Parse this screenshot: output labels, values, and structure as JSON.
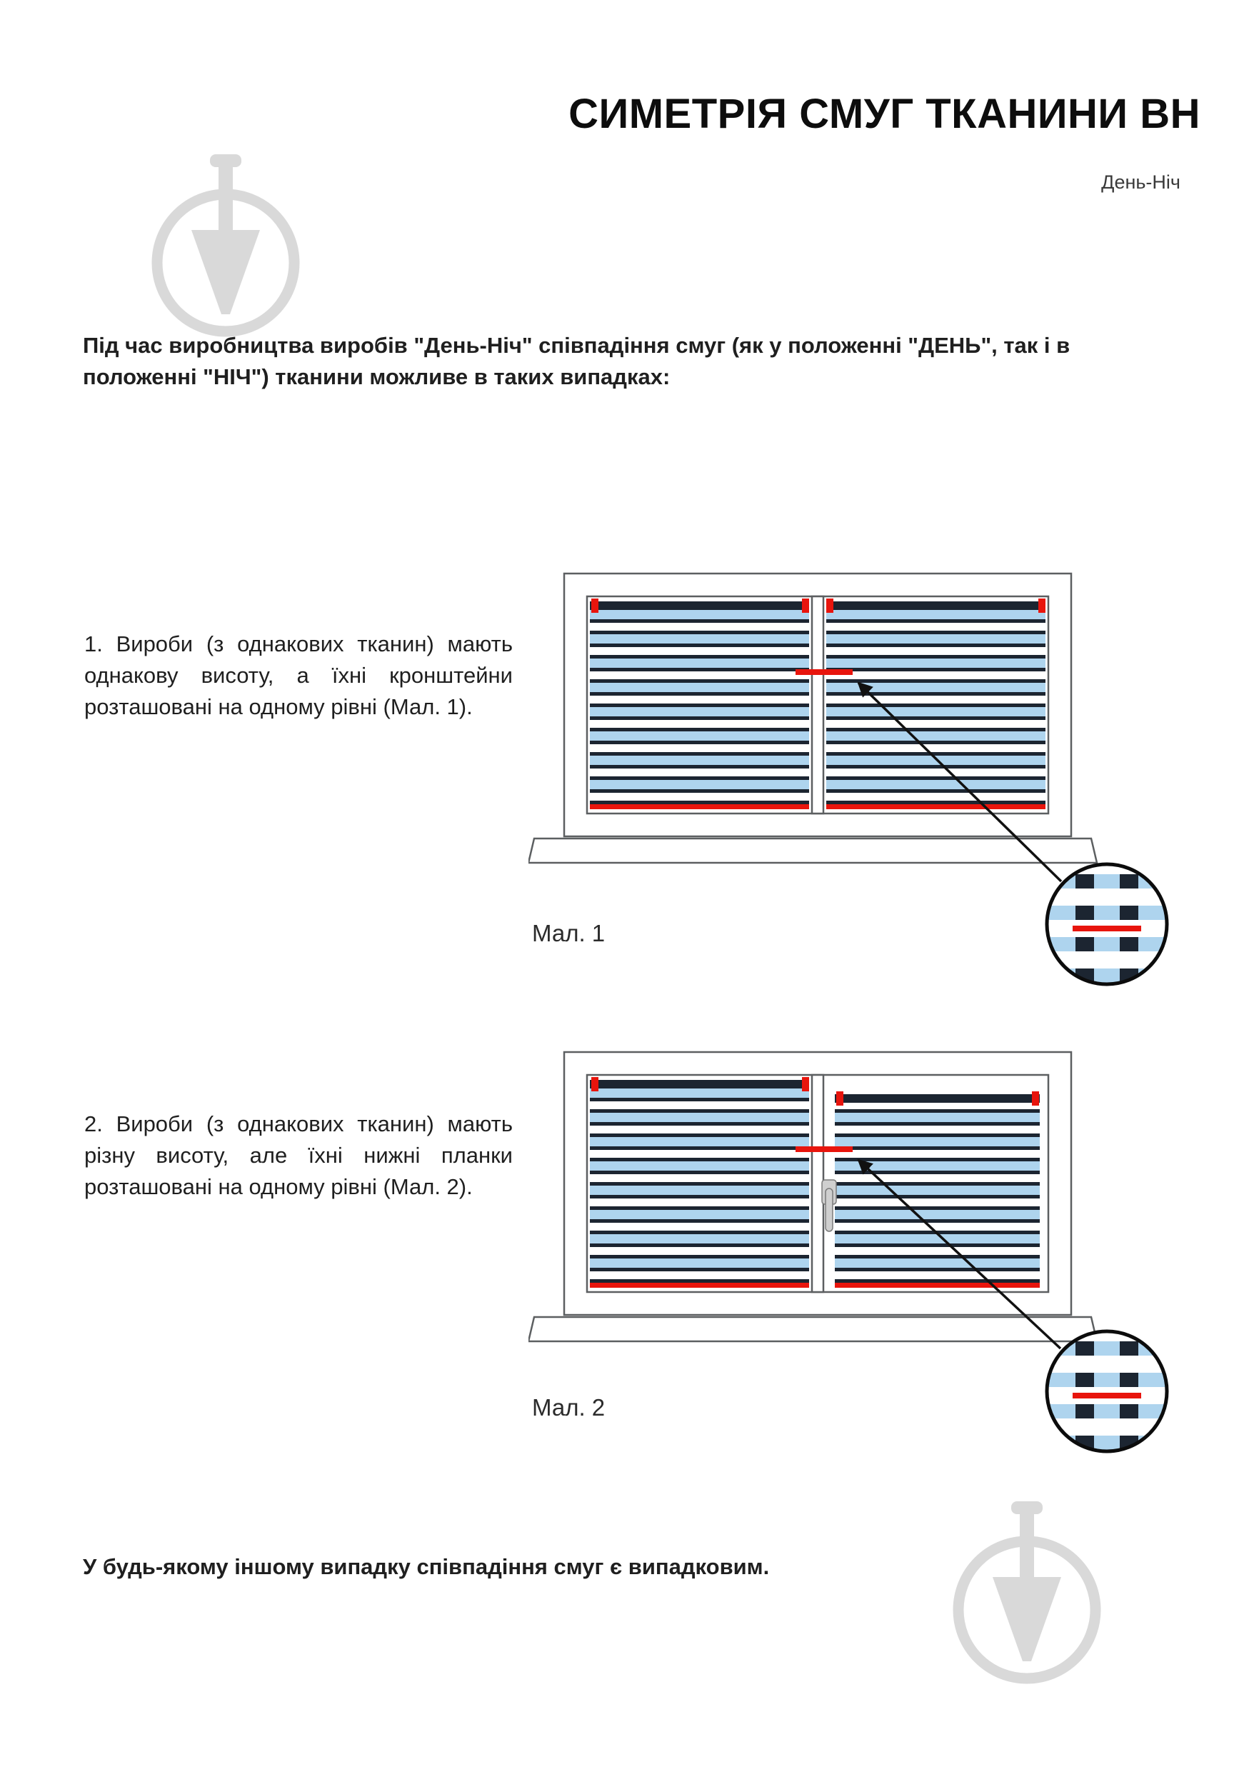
{
  "page": {
    "title": "СИМЕТРІЯ СМУГ ТКАНИНИ ВН",
    "subtitle": "День-Ніч",
    "intro": "Під час виробництва виробів \"День-Ніч\" співпадіння смуг (як у положенні \"ДЕНЬ\", так і в положенні \"НІЧ\") тканини можливе в таких випадках:",
    "items": [
      {
        "text": "1. Вироби (з однакових тканин) мають однакову висоту, а їхні кронштейни розташовані на одному рівні (Мал. 1)."
      },
      {
        "text": "2. Вироби (з однакових тканин) мають різну висоту, але їхні нижні планки розташовані на одному рівні (Мал. 2)."
      }
    ],
    "figures": [
      {
        "caption": "Мал. 1"
      },
      {
        "caption": "Мал. 2"
      }
    ],
    "footer": "У будь-якому іншому випадку співпадіння смуг є випадковим."
  },
  "colors": {
    "stripe_dark": "#1c2531",
    "stripe_light": "#aed4ee",
    "accent_red": "#e8150d",
    "frame_gray": "#5c5f61",
    "watermark_gray": "#d9d9d9",
    "text_dark": "#1f1f1f"
  }
}
